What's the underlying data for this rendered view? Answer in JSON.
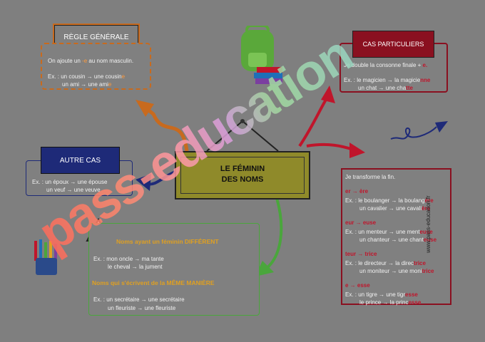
{
  "center": {
    "line1": "LE FÉMININ",
    "line2": "DES NOMS"
  },
  "regle": {
    "title": "RÈGLE GÉNÉRALE",
    "rule_pre": "On ajoute un ",
    "rule_hl": "-e",
    "rule_post": " au nom masculin.",
    "ex1_pre": "Ex. : un cousin → une cousin",
    "ex1_end": "e",
    "ex2_pre": "un ami → une ami",
    "ex2_end": "e"
  },
  "autre": {
    "title": "AUTRE CAS",
    "ex1": "Ex. : un époux → une épouse",
    "ex2": "un veuf → une veuve"
  },
  "cas": {
    "title": "CAS PARTICULIERS",
    "rule_pre": "Je double la consonne finale + ",
    "rule_hl": "e.",
    "ex1_pre": "Ex. : le magicien → la magicie",
    "ex1_end": "nne",
    "ex2_pre": "un chat → une cha",
    "ex2_end": "tte"
  },
  "fin": {
    "intro": "Je transforme la fin.",
    "groups": [
      {
        "rule": "er → ère",
        "ex1_pre": "Ex. : le boulanger → la boulang",
        "ex1_end": "ère",
        "ex2_pre": "un cavalier → une cavali",
        "ex2_end": "ère"
      },
      {
        "rule": "eur → euse",
        "ex1_pre": "Ex. : un menteur → une ment",
        "ex1_end": "euse",
        "ex2_pre": "un chanteur → une chant",
        "ex2_end": "euse"
      },
      {
        "rule": "teur → trice",
        "ex1_pre": "Ex. : le directeur → la direc",
        "ex1_end": "trice",
        "ex2_pre": "un moniteur → une moni",
        "ex2_end": "trice"
      },
      {
        "rule": "e → esse",
        "ex1_pre": "Ex. : un tigre → une tigr",
        "ex1_end": "esse",
        "ex2_pre": "le prince → la princ",
        "ex2_end": "esse"
      }
    ]
  },
  "noms": {
    "h1": "Noms ayant un féminin DIFFÉRENT",
    "ex1": "Ex. : mon oncle → ma tante",
    "ex2": "le cheval → la jument",
    "h2": "Noms qui s'écrivent de la MÊME MANIÈRE",
    "ex3": "Ex. : un secrétaire → une secrétaire",
    "ex4": "un fleuriste → une fleuriste"
  },
  "watermark": "pass-education",
  "side_url": "www.pass-education.fr",
  "colors": {
    "bg": "#7f7f7f",
    "red": "#c0152b",
    "orange": "#d07a2a",
    "navy": "#1e2a78",
    "green": "#4aa63c",
    "yellow": "#8f8a2a"
  }
}
